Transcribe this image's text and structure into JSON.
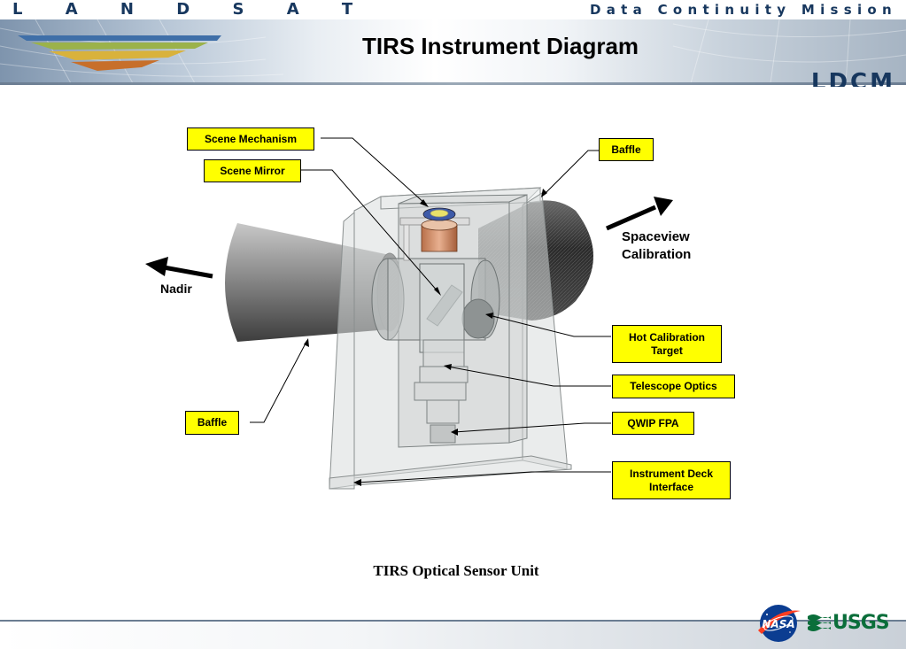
{
  "header": {
    "program": "L A N D S A T",
    "mission": "Data Continuity Mission",
    "title": "TIRS Instrument Diagram",
    "ldcm": "LDCM"
  },
  "labels": {
    "scene_mechanism": "Scene Mechanism",
    "scene_mirror": "Scene Mirror",
    "baffle_top": "Baffle",
    "spaceview": "Spaceview Calibration",
    "nadir": "Nadir",
    "hot_calibration": "Hot Calibration Target",
    "telescope_optics": "Telescope Optics",
    "qwip_fpa": "QWIP FPA",
    "baffle_bottom": "Baffle",
    "instrument_deck": "Instrument Deck Interface"
  },
  "caption": "TIRS Optical Sensor Unit",
  "footer": {
    "nasa_logo": "NASA",
    "usgs_logo": "USGS"
  },
  "colors": {
    "label_bg": "#ffff00",
    "header_navy": "#17375e",
    "usgs_green": "#0a6e3a",
    "nasa_blue": "#0b3d91",
    "nasa_red": "#fc3d21"
  }
}
